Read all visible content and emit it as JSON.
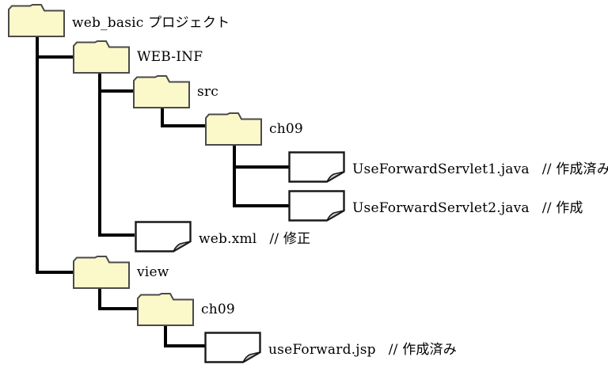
{
  "colors": {
    "folder_fill": "#fbf8ca",
    "folder_border": "#4a4a4a",
    "file_fill": "#ffffff",
    "file_border": "#1a1a1a",
    "fold_fill": "#c9c9c9",
    "line": "#000000",
    "text": "#000000",
    "background": "#ffffff"
  },
  "folders": {
    "web_basic": {
      "label": "web_basic プロジェクト"
    },
    "web_inf": {
      "label": "WEB-INF"
    },
    "src": {
      "label": "src"
    },
    "ch09_src": {
      "label": "ch09"
    },
    "view": {
      "label": "view"
    },
    "ch09_view": {
      "label": "ch09"
    }
  },
  "files": {
    "servlet1": {
      "name": "UseForwardServlet1.java",
      "comment": "// 作成済み"
    },
    "servlet2": {
      "name": "UseForwardServlet2.java",
      "comment": "// 作成"
    },
    "web_xml": {
      "name": "web.xml",
      "comment": "// 修正"
    },
    "use_forward_jsp": {
      "name": "useForward.jsp",
      "comment": "// 作成済み"
    }
  }
}
